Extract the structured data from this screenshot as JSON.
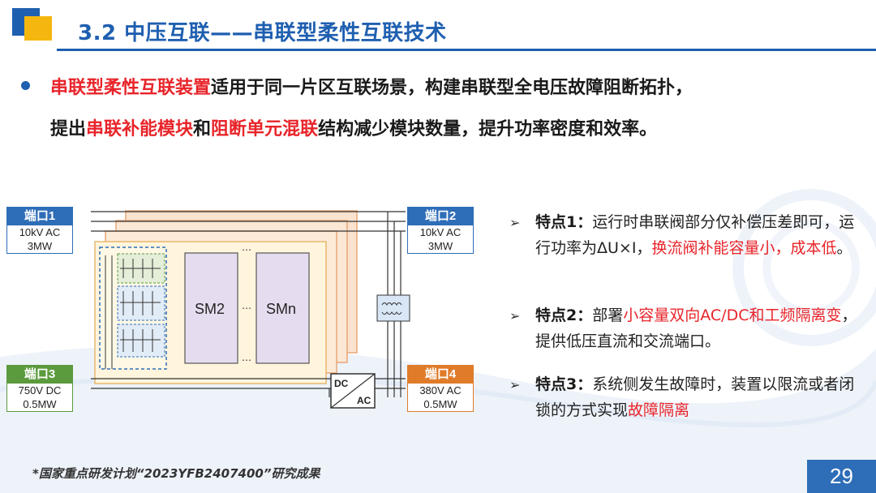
{
  "header": {
    "title": "3.2 中压互联——串联型柔性互联技术"
  },
  "intro": {
    "line1": [
      {
        "text": "串联型柔性互联装置",
        "red": true
      },
      {
        "text": "适用于同一片区互联场景，构建串联型全电压故障阻断拓扑，",
        "red": false
      }
    ],
    "line2": [
      {
        "text": "提出",
        "red": false
      },
      {
        "text": "串联补能模块",
        "red": true
      },
      {
        "text": "和",
        "red": false
      },
      {
        "text": "阻断单元混联",
        "red": true
      },
      {
        "text": "结构减少模块数量，提升功率密度和效率。",
        "red": false
      }
    ]
  },
  "diagram": {
    "port1": {
      "title": "端口1",
      "line1": "10kV AC",
      "line2": "3MW"
    },
    "port2": {
      "title": "端口2",
      "line1": "10kV AC",
      "line2": "3MW"
    },
    "port3": {
      "title": "端口3",
      "line1": "750V DC",
      "line2": "0.5MW"
    },
    "port4": {
      "title": "端口4",
      "line1": "380V AC",
      "line2": "0.5MW"
    },
    "sm2": "SM2",
    "smn": "SMn",
    "ellipsis": "…",
    "dc": "DC",
    "ac": "AC"
  },
  "features": [
    {
      "label": "特点1：",
      "parts": [
        {
          "text": "运行时串联阀部分仅补偿压差即可，运行功率为ΔU×I，",
          "red": false
        },
        {
          "text": "换流阀补能容量小，成本低",
          "red": true
        },
        {
          "text": "。",
          "red": false
        }
      ]
    },
    {
      "label": "特点2：",
      "parts": [
        {
          "text": "部署",
          "red": false
        },
        {
          "text": "小容量双向AC/DC和工频隔离变",
          "red": true
        },
        {
          "text": "，提供低压直流和交流端口。",
          "red": false
        }
      ]
    },
    {
      "label": "特点3：",
      "parts": [
        {
          "text": "系统侧发生故障时，装置以限流或者闭锁的方式实现",
          "red": false
        },
        {
          "text": "故障隔离",
          "red": true
        }
      ]
    }
  ],
  "footnote": "*国家重点研发计划“2023YFB2407400”研究成果",
  "page_number": "29",
  "colors": {
    "accent": "#1f5fb0",
    "highlight": "#e8242a",
    "logo_yellow": "#f5b70f"
  }
}
